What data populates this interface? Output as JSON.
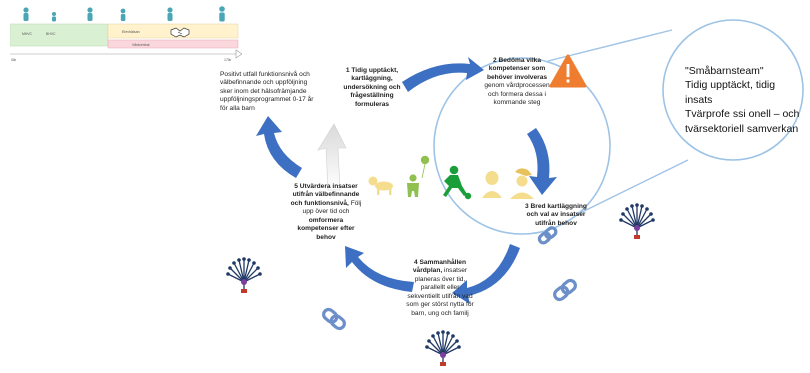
{
  "timeline": {
    "left_label_1": "MHVC",
    "left_label_2": "BHVC",
    "top_bar_label": "Elevhälsan",
    "bottom_bar_label": "Vårdcentral",
    "axis_start": "0år",
    "axis_end": "17år",
    "colors": {
      "green_bar": "#d9f0d3",
      "yellow_bar": "#fff2cc",
      "pink_bar": "#f9d7dc",
      "figure": "#4aa5b5"
    }
  },
  "positive_outcome": "Positivt utfall funktionsnivå och välbefinnande och uppföljning sker inom det hälsofrämjande uppföljningsprogrammet 0-17 år för alla barn",
  "steps": {
    "step1": {
      "bold": "1 Tidig upptäckt, kartläggning, undersökning och frågeställning formuleras",
      "normal": ""
    },
    "step2": {
      "bold": "2 Bedöma vilka kompetenser som behöver involveras",
      "normal": "genom vårdprocessen och formera dessa i kommande steg"
    },
    "step3": {
      "bold": "3  Bred kartläggning och val av insatser utifrån behov",
      "normal": ""
    },
    "step4": {
      "bold": "4 Sammanhållen vårdplan,",
      "normal": "insatser planeras över tid, parallellt eller sekventiellt utifrån vad som ger störst nytta för barn, ung och familj"
    },
    "step5": {
      "bold": "5 Utvärdera insatser utifrån välbefinnande och funktionsnivå,",
      "normal": "Följ upp över tid och",
      "bold2": "omformera kompetenser efter behov"
    }
  },
  "bubble": {
    "line1": "\"Småbarnsteam\"",
    "line2": "Tidig upptäckt, tidig insats",
    "line3": "Tvärprofe ssi onell – och",
    "line4": "tvärsektoriell samverkan"
  },
  "icons": {
    "warning": "warning-triangle-icon",
    "network": "network-hub-icon",
    "chain": "chain-link-icon",
    "handshake": "handshake-icon"
  },
  "colors": {
    "arrow_blue": "#3d6fc2",
    "arrow_grey": "#e6e6e6",
    "circle_outline": "#9dc3e6",
    "warning_orange": "#ee7d2f",
    "kid_green": "#90c050",
    "soccer_green": "#1a9e3a",
    "baby_yellow": "#f4dd8c",
    "network_navy": "#1f3864",
    "network_red": "#c0392b"
  }
}
